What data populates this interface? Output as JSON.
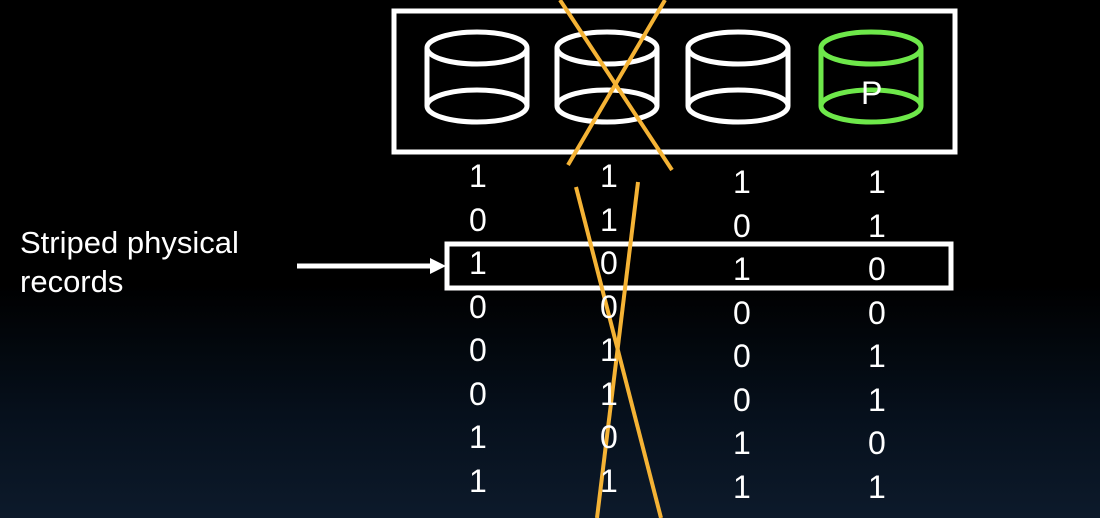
{
  "label": {
    "line1": "Striped physical",
    "line2": "records"
  },
  "parity_label": "P",
  "columns": [
    {
      "bits": [
        "1",
        "0",
        "1",
        "0",
        "0",
        "0",
        "1",
        "1"
      ]
    },
    {
      "bits": [
        "1",
        "1",
        "0",
        "0",
        "1",
        "1",
        "0",
        "1"
      ]
    },
    {
      "bits": [
        "1",
        "0",
        "1",
        "0",
        "0",
        "0",
        "1",
        "1"
      ]
    },
    {
      "bits": [
        "1",
        "1",
        "0",
        "0",
        "1",
        "1",
        "0",
        "1"
      ]
    }
  ],
  "colors": {
    "disk": "#ffffff",
    "parity_disk": "#6ee84a",
    "failure_mark": "#f5b335",
    "background": "#000000"
  }
}
